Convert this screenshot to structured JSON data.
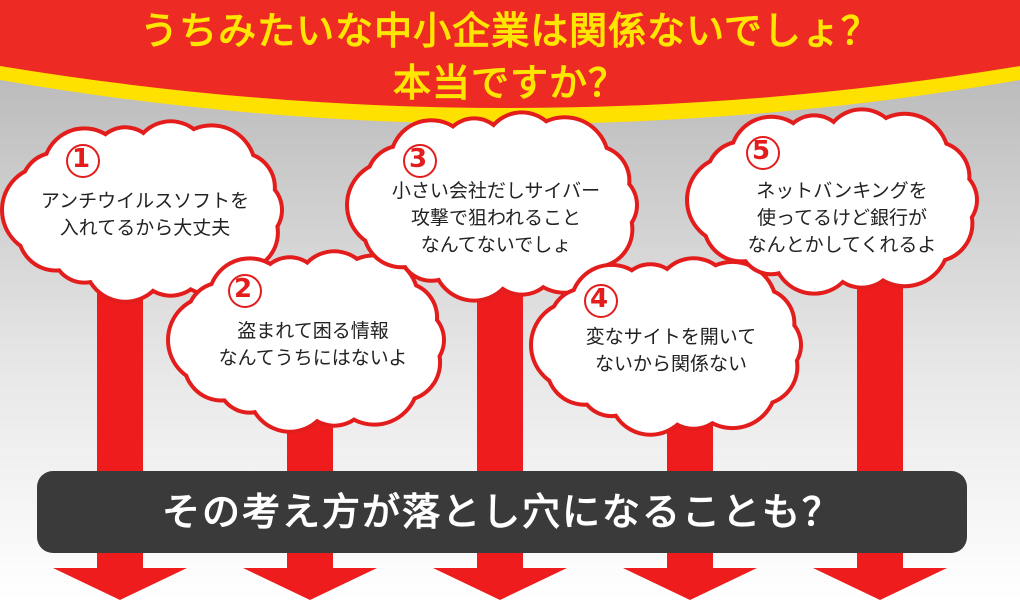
{
  "colors": {
    "header_red": "#ee2a24",
    "header_yellow": "#ffe100",
    "headline_text": "#ffe600",
    "arrow_red": "#ee1c1c",
    "cloud_outline": "#e31c1c",
    "cloud_fill": "#ffffff",
    "number_color": "#e31c1c",
    "banner_bg": "#3a3a3a",
    "banner_text": "#ffffff"
  },
  "header": {
    "line1": "うちみたいな中小企業は関係ないでしょ？",
    "line2": "本当ですか？"
  },
  "clouds": [
    {
      "number": "1",
      "lines": [
        "アンチウイルスソフトを",
        "入れてるから大丈夫"
      ]
    },
    {
      "number": "2",
      "lines": [
        "盗まれて困る情報",
        "なんてうちにはないよ"
      ]
    },
    {
      "number": "3",
      "lines": [
        "小さい会社だしサイバー",
        "攻撃で狙われること",
        "なんてないでしょ"
      ]
    },
    {
      "number": "4",
      "lines": [
        "変なサイトを開いて",
        "ないから関係ない"
      ]
    },
    {
      "number": "5",
      "lines": [
        "ネットバンキングを",
        "使ってるけど銀行が",
        "なんとかしてくれるよ"
      ]
    }
  ],
  "banner": {
    "text": "その考え方が落とし穴になることも？"
  }
}
